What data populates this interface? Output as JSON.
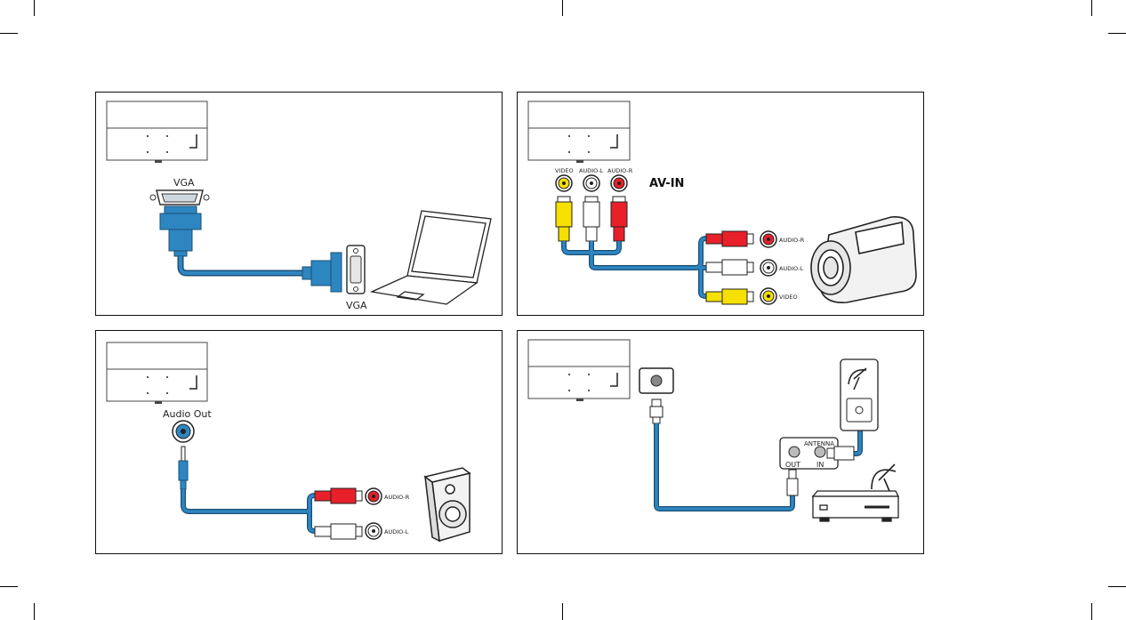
{
  "panels": {
    "vga": {
      "label_tv": "VGA",
      "label_laptop": "VGA"
    },
    "av": {
      "jack_video": "VIDEO",
      "jack_audio_l": "AUDIO-L",
      "jack_audio_r": "AUDIO-R",
      "title": "AV-IN",
      "cam_audio_r": "AUDIO-R",
      "cam_audio_l": "AUDIO-L",
      "cam_video": "VIDEO"
    },
    "audio": {
      "label_out": "Audio Out",
      "spk_audio_r": "AUDIO-R",
      "spk_audio_l": "AUDIO-L"
    },
    "antenna": {
      "label_antenna": "ANTENNA",
      "label_out": "OUT",
      "label_in": "IN"
    }
  },
  "colors": {
    "cable": "#2e86c1",
    "yellow": "#f5e000",
    "red": "#e8202a",
    "white": "#ffffff"
  }
}
